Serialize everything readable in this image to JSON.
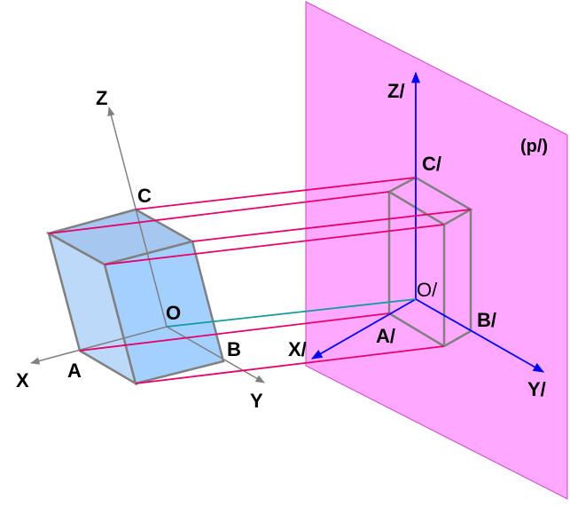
{
  "diagram": {
    "plane_label": "(p/)",
    "labels": {
      "Z": "Z",
      "X": "X",
      "Y": "Y",
      "O": "O",
      "A": "A",
      "B": "B",
      "C": "C",
      "Z_proj": "Z/",
      "X_proj": "X/",
      "Y_proj": "Y/",
      "O_proj": "O/",
      "A_proj": "A/",
      "B_proj": "B/",
      "C_proj": "C/"
    },
    "colors": {
      "plane_fill": "#ff99ff",
      "plane_stroke": "#cc44cc",
      "projection_lines": "#e8006a",
      "cyan_line": "#139a9a",
      "axes_original": "#808080",
      "axes_projected": "#0000ff",
      "cube_top": "#a6c8f0",
      "cube_left": "#bcd9fa",
      "cube_right": "#a3d0ff",
      "cube_edge": "#808080",
      "text": "#000000"
    }
  }
}
